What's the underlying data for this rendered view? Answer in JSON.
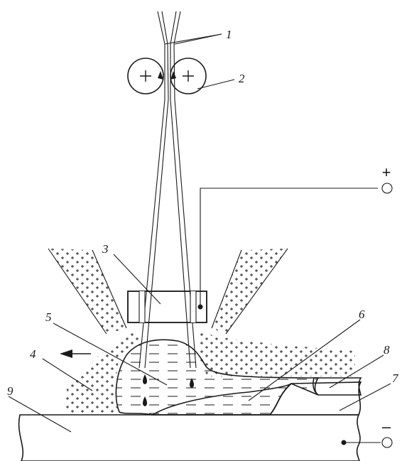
{
  "labels": {
    "wires": "1",
    "feed_rollers": "2",
    "contact_tip": "3",
    "flux": "4",
    "arc_cavity": "5",
    "weld_pool": "6",
    "weld_bead": "7",
    "slag_crust": "8",
    "base_metal": "9"
  },
  "terminals": {
    "positive": "+",
    "negative": "–"
  },
  "colors": {
    "ink": "#1a1a1a",
    "background": "#ffffff"
  },
  "icons": {
    "welding_direction": "arrow-left-icon",
    "droplet": "droplet-icon",
    "terminal": "circle-terminal-icon",
    "roller_sign": "plus-icon"
  }
}
